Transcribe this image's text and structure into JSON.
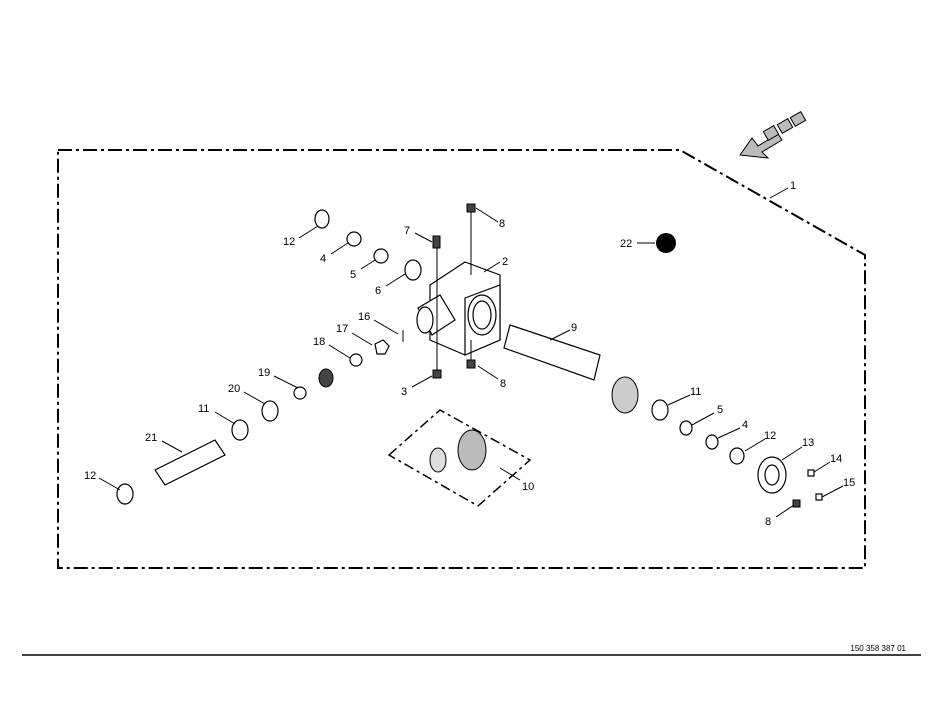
{
  "drawing_number": "150 358 387 01",
  "callouts": {
    "c1": "1",
    "c2": "2",
    "c3": "3",
    "c4a": "4",
    "c4b": "4",
    "c5a": "5",
    "c5b": "5",
    "c6": "6",
    "c7": "7",
    "c8a": "8",
    "c8b": "8",
    "c8c": "8",
    "c9": "9",
    "c10": "10",
    "c11a": "11",
    "c11b": "11",
    "c12a": "12",
    "c12b": "12",
    "c12c": "12",
    "c13": "13",
    "c14": "14",
    "c15": "15",
    "c16": "16",
    "c17": "17",
    "c18": "18",
    "c19": "19",
    "c20": "20",
    "c21": "21",
    "c22": "22"
  },
  "colors": {
    "line": "#000000",
    "background": "#ffffff"
  }
}
